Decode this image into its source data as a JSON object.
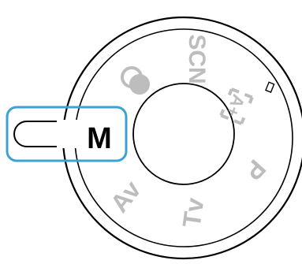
{
  "dial": {
    "modes": {
      "scn": "SCN",
      "a_plus": "A+",
      "p": "P",
      "tv": "Tv",
      "av": "Av",
      "m": "M"
    },
    "selected_mode": "M",
    "icons": {
      "creative_filter": "creative-filter-icon",
      "scene_intelligent_auto": "scene-intelligent-auto-icon"
    }
  },
  "colors": {
    "dial_outline": "#000000",
    "mode_label_gray": "#bdbdbd",
    "selected_label": "#000000",
    "highlight": "#3ca3d0"
  }
}
